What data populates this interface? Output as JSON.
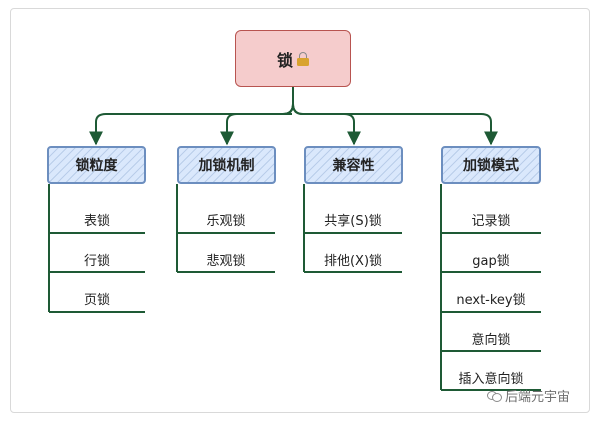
{
  "root": {
    "label": "锁",
    "icon": "lock-icon"
  },
  "categories": [
    {
      "label": "锁粒度",
      "items": [
        "表锁",
        "行锁",
        "页锁"
      ]
    },
    {
      "label": "加锁机制",
      "items": [
        "乐观锁",
        "悲观锁"
      ]
    },
    {
      "label": "兼容性",
      "items": [
        "共享(S)锁",
        "排他(X)锁"
      ]
    },
    {
      "label": "加锁模式",
      "items": [
        "记录锁",
        "gap锁",
        "next-key锁",
        "意向锁",
        "插入意向锁"
      ]
    }
  ],
  "watermark": {
    "text": "后端元宇宙",
    "icon": "wechat-icon"
  },
  "colors": {
    "root_fill": "#f5cccc",
    "root_stroke": "#b85450",
    "category_fill": "#dae8fc",
    "category_stroke": "#6c8ebf",
    "connector": "#1e5a35",
    "leaf_line": "#1e5a35"
  }
}
